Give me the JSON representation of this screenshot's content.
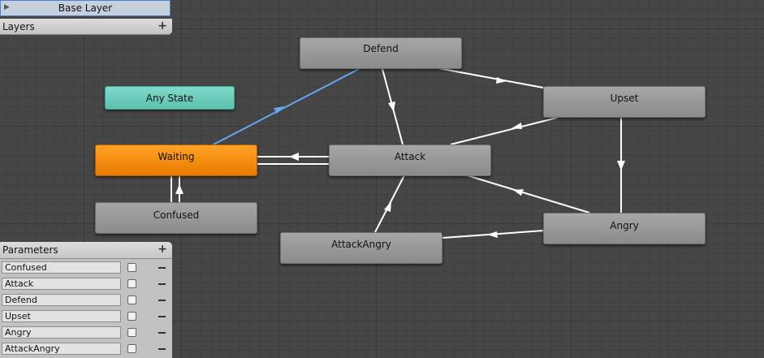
{
  "layer_panel": {
    "base_layer_label": "Base Layer",
    "layers_header": "Layers",
    "add_symbol": "+"
  },
  "states": {
    "defend": "Defend",
    "upset": "Upset",
    "any_state": "Any State",
    "waiting": "Waiting",
    "attack": "Attack",
    "confused": "Confused",
    "angry": "Angry",
    "attack_angry": "AttackAngry"
  },
  "parameters": {
    "header": "Parameters",
    "add_symbol": "+",
    "items": [
      {
        "name": "Confused",
        "checked": false
      },
      {
        "name": "Attack",
        "checked": false
      },
      {
        "name": "Defend",
        "checked": false
      },
      {
        "name": "Upset",
        "checked": false
      },
      {
        "name": "Angry",
        "checked": false
      },
      {
        "name": "AttackAngry",
        "checked": false
      }
    ]
  },
  "colors": {
    "default_state": "#ee8000",
    "any_state": "#6ccdbb",
    "selected_transition": "#64a6f0",
    "transition": "#ffffff"
  }
}
